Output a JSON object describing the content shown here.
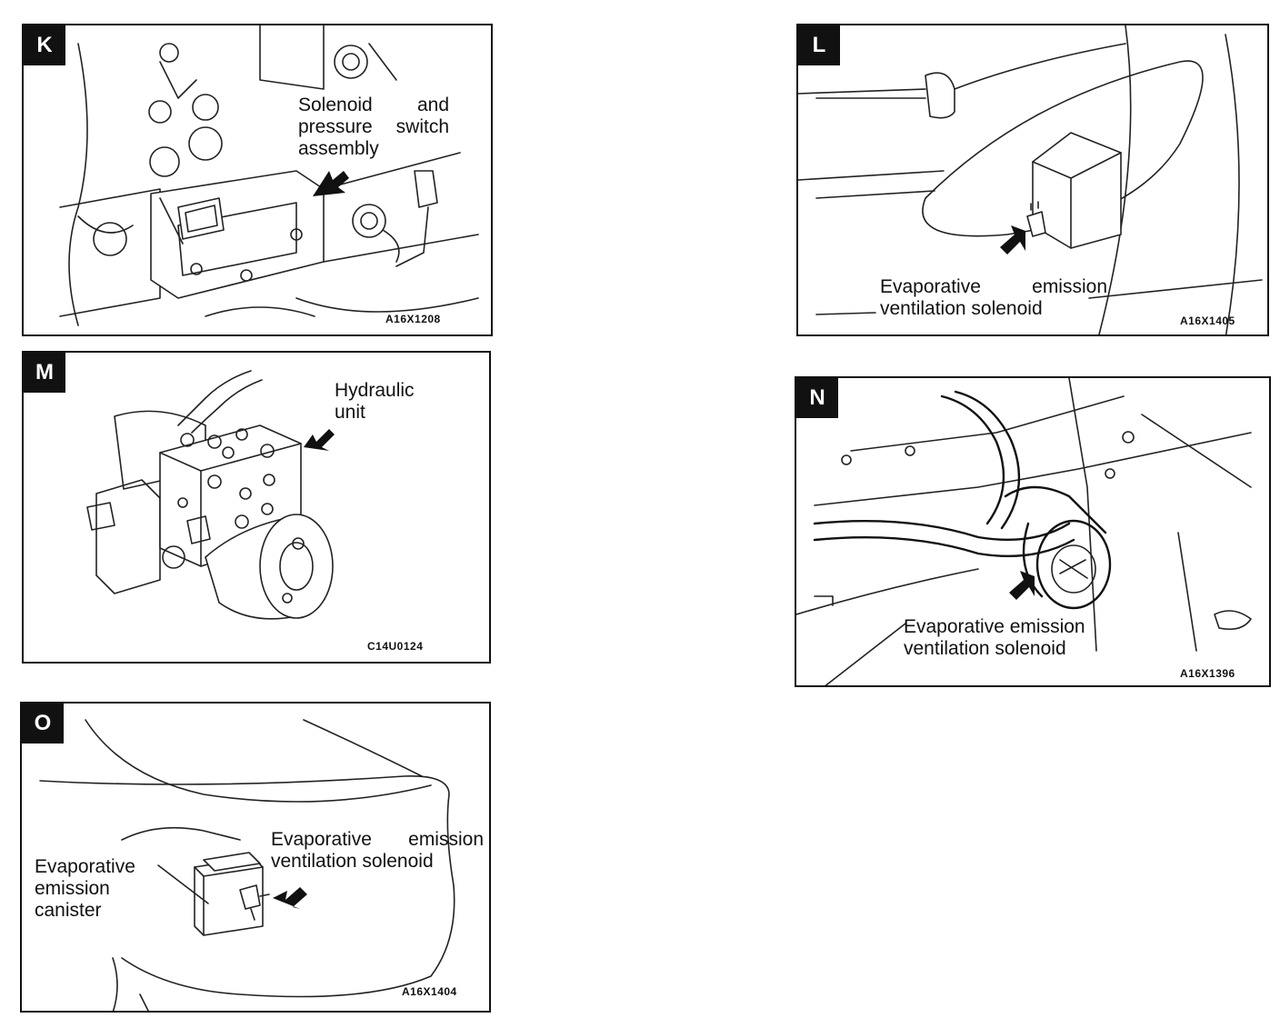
{
  "panels": {
    "k": {
      "letter": "K",
      "label_lines": [
        "Solenoid and",
        "pressure switch",
        "assembly"
      ],
      "code": "A16X1208"
    },
    "l": {
      "letter": "L",
      "label_lines": [
        "Evaporative emission",
        "ventilation solenoid"
      ],
      "code": "A16X1405"
    },
    "m": {
      "letter": "M",
      "label_lines": [
        "Hydraulic",
        "unit"
      ],
      "code": "C14U0124"
    },
    "n": {
      "letter": "N",
      "label_lines": [
        "Evaporative emission",
        "ventilation solenoid"
      ],
      "code": "A16X1396"
    },
    "o": {
      "letter": "O",
      "solenoid_label_lines": [
        "Evaporative emission",
        "ventilation solenoid"
      ],
      "canister_label_lines": [
        "Evaporative",
        "emission",
        "canister"
      ],
      "code": "A16X1404"
    }
  }
}
